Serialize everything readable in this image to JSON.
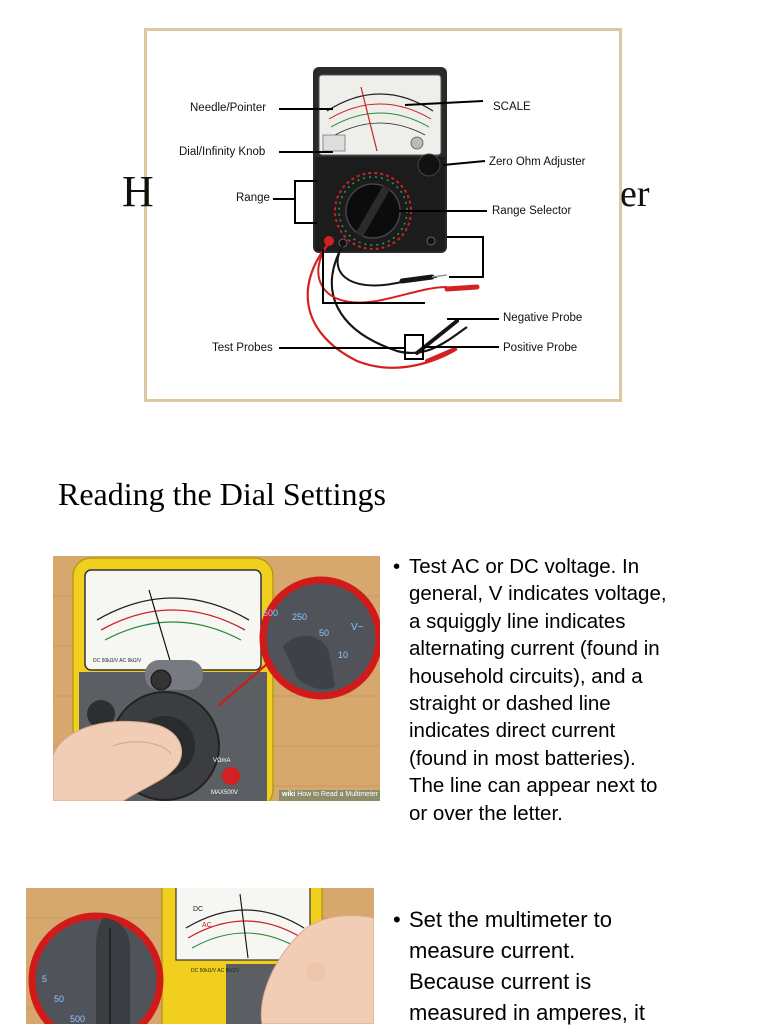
{
  "diagram": {
    "title_left": "H",
    "title_right": "er",
    "labels": {
      "needle": "Needle/Pointer",
      "scale": "SCALE",
      "dial_knob": "Dial/Infinity Knob",
      "zero_ohm": "Zero Ohm Adjuster",
      "range": "Range",
      "range_selector": "Range Selector",
      "negative_probe": "Negative Probe",
      "test_probes": "Test Probes",
      "positive_probe": "Positive Probe"
    }
  },
  "section": {
    "title": "Reading the Dial Settings"
  },
  "items": [
    {
      "bullet": "•",
      "text": "Test AC or DC voltage. In\ngeneral, V indicates voltage,\na squiggly line indicates\nalternating current (found in\nhousehold circuits), and a\nstraight or dashed line\nindicates direct current\n(found in most batteries).\nThe line can appear next to\nor over the letter."
    },
    {
      "bullet": "•",
      "text": "Set the multimeter to\nmeasure current.\nBecause current is\nmeasured in amperes, it"
    }
  ],
  "pic1": {
    "dial_labels": [
      "500",
      "250",
      "50",
      "V~",
      "10"
    ],
    "terminal": "VΩmA",
    "model": "MAX500V",
    "watermark_brand": "wiki",
    "watermark_text": "How to Read a Multimeter",
    "meter_small_text": "DC 50kΩ/V  AC 9kΩ/V"
  },
  "pic2": {
    "dial_labels": [
      "5",
      "50",
      "500"
    ],
    "meter_small_text": "DC 50kΩ/V  AC 9kΩ/V",
    "scale_labels": [
      "DC",
      "AC"
    ]
  },
  "colors": {
    "red_probe": "#d42020",
    "yellow_case": "#f0cf1e",
    "frame_border": "#dcc9a4",
    "wood": "#d7a86e",
    "highlight_circle": "#d11a1a"
  }
}
